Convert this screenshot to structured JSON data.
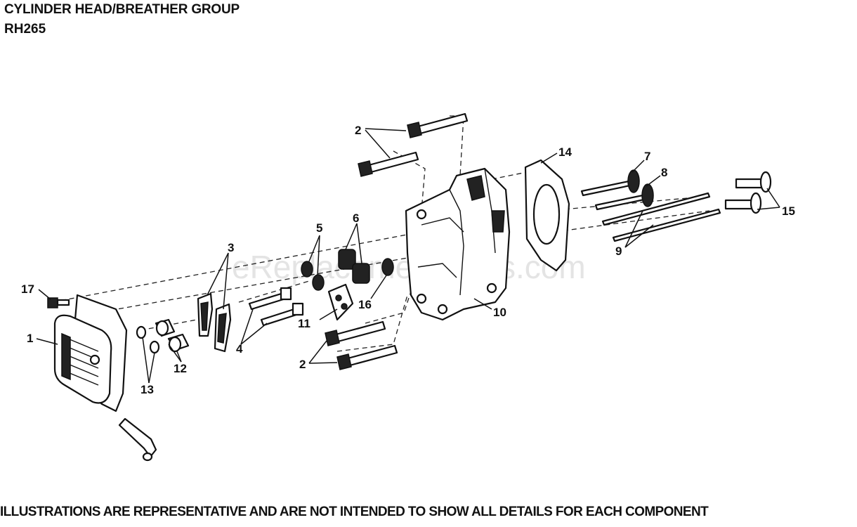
{
  "header": {
    "title": "CYLINDER HEAD/BREATHER GROUP",
    "model": "RH265"
  },
  "watermark": "eReplacementParts.com",
  "footer": {
    "disclaimer": "ILLUSTRATIONS ARE REPRESENTATIVE AND ARE NOT INTENDED TO SHOW ALL DETAILS FOR EACH COMPONENT"
  },
  "callouts": {
    "c1": "1",
    "c2a": "2",
    "c2b": "2",
    "c3": "3",
    "c4": "4",
    "c5": "5",
    "c6": "6",
    "c7": "7",
    "c8": "8",
    "c9": "9",
    "c10": "10",
    "c11": "11",
    "c12": "12",
    "c13": "13",
    "c14": "14",
    "c15": "15",
    "c16": "16",
    "c17": "17"
  }
}
